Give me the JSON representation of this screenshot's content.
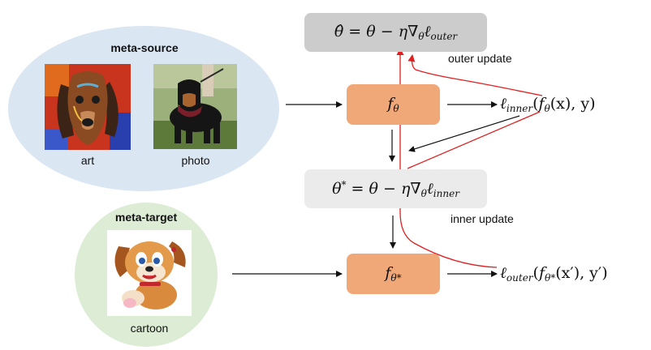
{
  "meta_source": {
    "title": "meta-source",
    "images": [
      {
        "caption": "art",
        "icon": "dog-painting-icon"
      },
      {
        "caption": "photo",
        "icon": "dog-photo-icon"
      }
    ]
  },
  "meta_target": {
    "title": "meta-target",
    "images": [
      {
        "caption": "cartoon",
        "icon": "cartoon-dog-icon"
      }
    ]
  },
  "equations": {
    "outer_update_eq": {
      "lhs": "θ̂",
      "eq": " = ",
      "theta": "θ",
      "minus": " − ",
      "eta": "η",
      "nabla": "∇",
      "nabla_sub": "θ",
      "ell": "ℓ",
      "ell_sub": "outer"
    },
    "inner_update_eq": {
      "lhs": "θ",
      "lhs_sup": "*",
      "eq": " = ",
      "theta": "θ",
      "minus": " − ",
      "eta": "η",
      "nabla": "∇",
      "nabla_sub": "θ",
      "ell": "ℓ",
      "ell_sub": "inner"
    }
  },
  "models": {
    "f_theta": {
      "f": "f",
      "sub": "θ"
    },
    "f_theta_star": {
      "f": "f",
      "sub": "θ*"
    }
  },
  "losses": {
    "inner": {
      "ell": "ℓ",
      "sub": "inner",
      "open": "(",
      "f": "f",
      "f_sub": "θ",
      "arg": "(x), y)"
    },
    "outer": {
      "ell": "ℓ",
      "sub": "outer",
      "open": "(",
      "f": "f",
      "f_sub": "θ*",
      "arg": "(x′), y′)"
    }
  },
  "labels": {
    "outer_update": "outer update",
    "inner_update": "inner update"
  },
  "colors": {
    "meta_source_bg": "#dbe6f3",
    "meta_target_bg": "#dcecd5",
    "model_box": "#f0a878",
    "outer_box": "#cccccc",
    "inner_box": "#ebebeb",
    "outer_gradient_path": "#e02020"
  }
}
